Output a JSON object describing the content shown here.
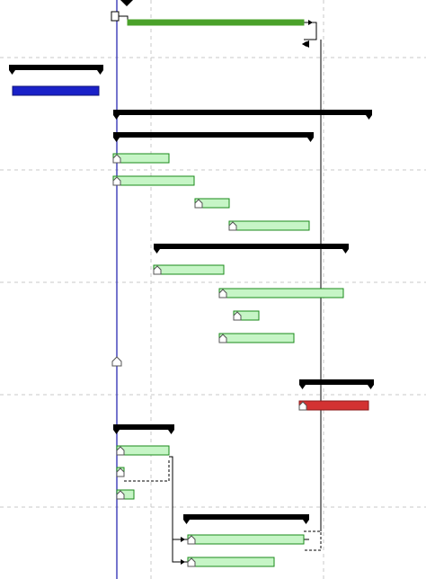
{
  "view": {
    "name": "gantt-chart-timeline"
  },
  "colors": {
    "summary": "#000000",
    "task_normal": "#c6f5c6",
    "task_border": "#1a8a1a",
    "task_critical": "#d33232",
    "task_blue": "#1a21c8",
    "task_green_bold": "#4aa12a",
    "today_line": "#3a3ab8",
    "grid": "#c8c8c8",
    "link": "#000000"
  },
  "rows": [
    {
      "kind": "task",
      "style": "green-bold",
      "has_marker": false
    },
    {
      "kind": "summary"
    },
    {
      "kind": "task",
      "style": "blue"
    },
    {
      "kind": "summary"
    },
    {
      "kind": "summary"
    },
    {
      "kind": "task",
      "style": "normal",
      "progress": 0
    },
    {
      "kind": "task",
      "style": "normal",
      "progress": 0
    },
    {
      "kind": "task",
      "style": "normal",
      "progress": 0
    },
    {
      "kind": "task",
      "style": "normal",
      "progress": 0
    },
    {
      "kind": "summary"
    },
    {
      "kind": "task",
      "style": "normal",
      "progress": 0
    },
    {
      "kind": "task",
      "style": "normal",
      "progress": 0
    },
    {
      "kind": "task",
      "style": "normal",
      "progress": 0
    },
    {
      "kind": "task",
      "style": "normal",
      "progress": 0
    },
    {
      "kind": "milestone"
    },
    {
      "kind": "summary"
    },
    {
      "kind": "task",
      "style": "critical",
      "progress": 0
    },
    {
      "kind": "summary"
    },
    {
      "kind": "task",
      "style": "normal"
    },
    {
      "kind": "task",
      "style": "normal"
    },
    {
      "kind": "task",
      "style": "normal"
    },
    {
      "kind": "summary"
    },
    {
      "kind": "task",
      "style": "normal"
    },
    {
      "kind": "task",
      "style": "normal"
    }
  ]
}
